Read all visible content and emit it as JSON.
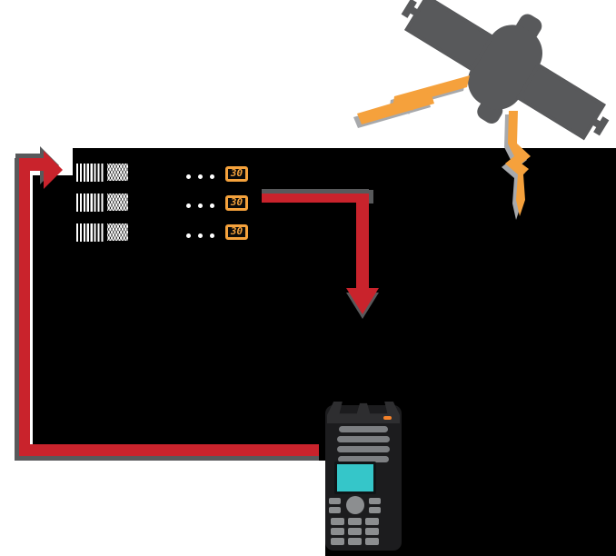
{
  "diagram": {
    "description_elements": {
      "satellite": "satellite-icon",
      "signal_flash_diagonal": "lightning-bolt-icon",
      "signal_flash_vertical": "lightning-bolt-icon",
      "receiver_panel": "black-receiver-panel",
      "handheld_device": "handheld-gps-receiver-icon"
    },
    "receiver": {
      "rows": [
        {
          "counter": "30"
        },
        {
          "counter": "30"
        },
        {
          "counter": "30"
        }
      ],
      "ellipsis_dots_per_row": 3
    },
    "colors": {
      "background": "#ffffff",
      "panel_black": "#000000",
      "arrow_red": "#c9232c",
      "shadow_gray": "#58595b",
      "signal_orange": "#f5a13c",
      "bolt_shadow_gray": "#a7a9ac",
      "led_orange": "#f5a23c",
      "screen_teal": "#35c6c9",
      "satellite_gray": "#58595b",
      "device_gray": "#808285"
    }
  }
}
